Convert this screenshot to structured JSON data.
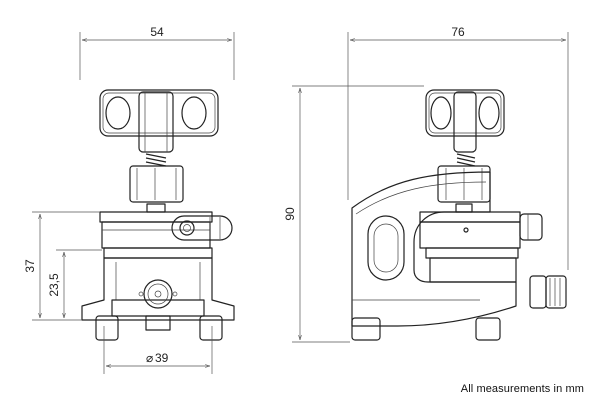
{
  "dimensions": {
    "front_width": "54",
    "side_width": "76",
    "height_total": "90",
    "height_clamp": "37",
    "height_mid": "23,5",
    "diameter": "39",
    "diameter_symbol": "⌀"
  },
  "note": "All measurements in mm"
}
